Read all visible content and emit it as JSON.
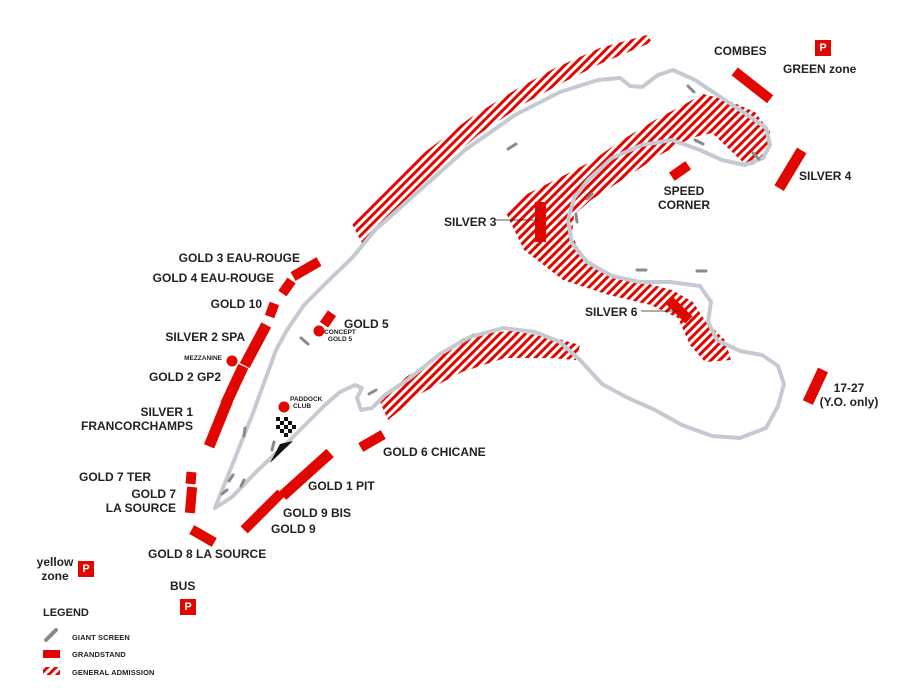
{
  "labels": {
    "combes": "COMBES",
    "green_zone": "GREEN zone",
    "silver4": "SILVER 4",
    "speed_corner_1": "SPEED",
    "speed_corner_2": "CORNER",
    "silver3": "SILVER 3",
    "silver6": "SILVER 6",
    "zone_17_27_1": "17-27",
    "zone_17_27_2": "(Y.O. only)",
    "gold3": "GOLD 3 EAU-ROUGE",
    "gold4": "GOLD 4 EAU-ROUGE",
    "gold10": "GOLD 10",
    "gold5": "GOLD 5",
    "concept_1": "CONCEPT",
    "concept_2": "GOLD 5",
    "silver2": "SILVER 2 SPA",
    "mezzanine": "MEZZANINE",
    "gold2": "GOLD 2 GP2",
    "silver1_1": "SILVER 1",
    "silver1_2": "FRANCORCHAMPS",
    "paddock_1": "PADDOCK",
    "paddock_2": "CLUB",
    "gold6": "GOLD 6 CHICANE",
    "gold7ter": "GOLD 7 TER",
    "gold7_1": "GOLD 7",
    "gold7_2": "LA SOURCE",
    "gold1": "GOLD 1 PIT",
    "gold9bis": "GOLD 9 BIS",
    "gold9": "GOLD 9",
    "gold8": "GOLD 8 LA SOURCE",
    "yellow_1": "yellow",
    "yellow_2": "zone",
    "bus": "BUS"
  },
  "parking": {
    "symbol": "P"
  },
  "legend": {
    "title": "LEGEND",
    "items": [
      "GIANT SCREEN",
      "GRANDSTAND",
      "GENERAL ADMISSION"
    ]
  },
  "colors": {
    "track": "#c5c9d1",
    "grandstand": "#e10600",
    "hatch": "#e10600",
    "screen": "#8a8a8a",
    "parking": "#e10600"
  }
}
